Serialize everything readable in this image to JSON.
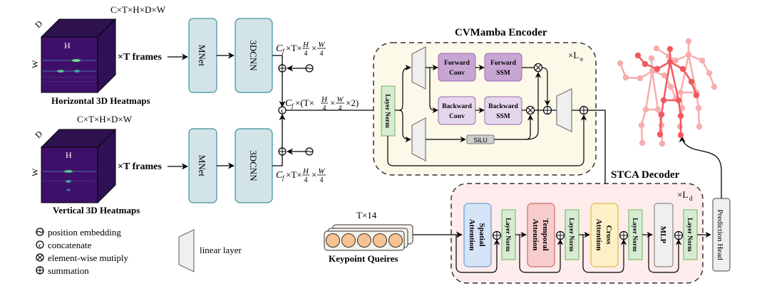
{
  "inputs": {
    "horizontal": {
      "shape_label": "C×T×H×D×W",
      "axis_d": "D",
      "axis_h": "H",
      "axis_w": "W",
      "frames_label": "×T frames",
      "caption": "Horizontal 3D Heatmaps"
    },
    "vertical": {
      "shape_label": "C×T×H×D×W",
      "axis_d": "D",
      "axis_h": "H",
      "axis_w": "W",
      "frames_label": "×T frames",
      "caption": "Vertical 3D Heatmaps"
    }
  },
  "branch": {
    "mnet_label": "MNet",
    "cnn_label": "3DCNN",
    "feature_shape": {
      "cf": "C",
      "sub": "f",
      "t": "×T×",
      "h": "H",
      "w": "W",
      "den": "4",
      "times": "×"
    },
    "concat_shape": {
      "prefix": "×(T×",
      "suffix": "×2)"
    }
  },
  "encoder": {
    "title": "CVMamba Encoder",
    "repeat": "×L",
    "repeat_sub": "e",
    "layer_norm": "Layer Norm",
    "forward_conv": [
      "Forward",
      "Conv"
    ],
    "forward_ssm": [
      "Forward",
      "SSM"
    ],
    "backward_conv": [
      "Backward",
      "Conv"
    ],
    "backward_ssm": [
      "Backward",
      "SSM"
    ],
    "silu": "SiLU",
    "colors": {
      "fill": "#fdf9e8",
      "forward": "#c8a6d4",
      "backward": "#e6d6ec",
      "layernorm": "#d6ebd2"
    }
  },
  "decoder": {
    "title": "STCA Decoder",
    "repeat": "×L",
    "repeat_sub": "d",
    "spatial_attention": [
      "Spatial",
      "Attention"
    ],
    "temporal_attention": [
      "Temporal",
      "Attention"
    ],
    "cross_attention": [
      "Cross",
      "Attention"
    ],
    "mlp": "MLP",
    "layer_norm": "Layer Norm",
    "prediction_head": "Prediction Head",
    "colors": {
      "fill": "#fdeceb",
      "spatial": "#d6e4f7",
      "temporal": "#f6cccc",
      "cross": "#fdf0c6",
      "mlp": "#efefef"
    }
  },
  "queries": {
    "shape_label": "T×14",
    "caption": "Keypoint Queires",
    "count": 5,
    "color": "#f8c291"
  },
  "legend": {
    "items": [
      {
        "symbol": "position-embedding",
        "label": "position embedding"
      },
      {
        "symbol": "concatenate",
        "label": "concatenate"
      },
      {
        "symbol": "element-wise-multiply",
        "label": "element-wise mutiply"
      },
      {
        "symbol": "summation",
        "label": "summation"
      }
    ],
    "linear_layer": "linear layer"
  },
  "output": {
    "skeleton_colors": {
      "light": "#f7adad",
      "dark": "#ef5a5f"
    }
  }
}
